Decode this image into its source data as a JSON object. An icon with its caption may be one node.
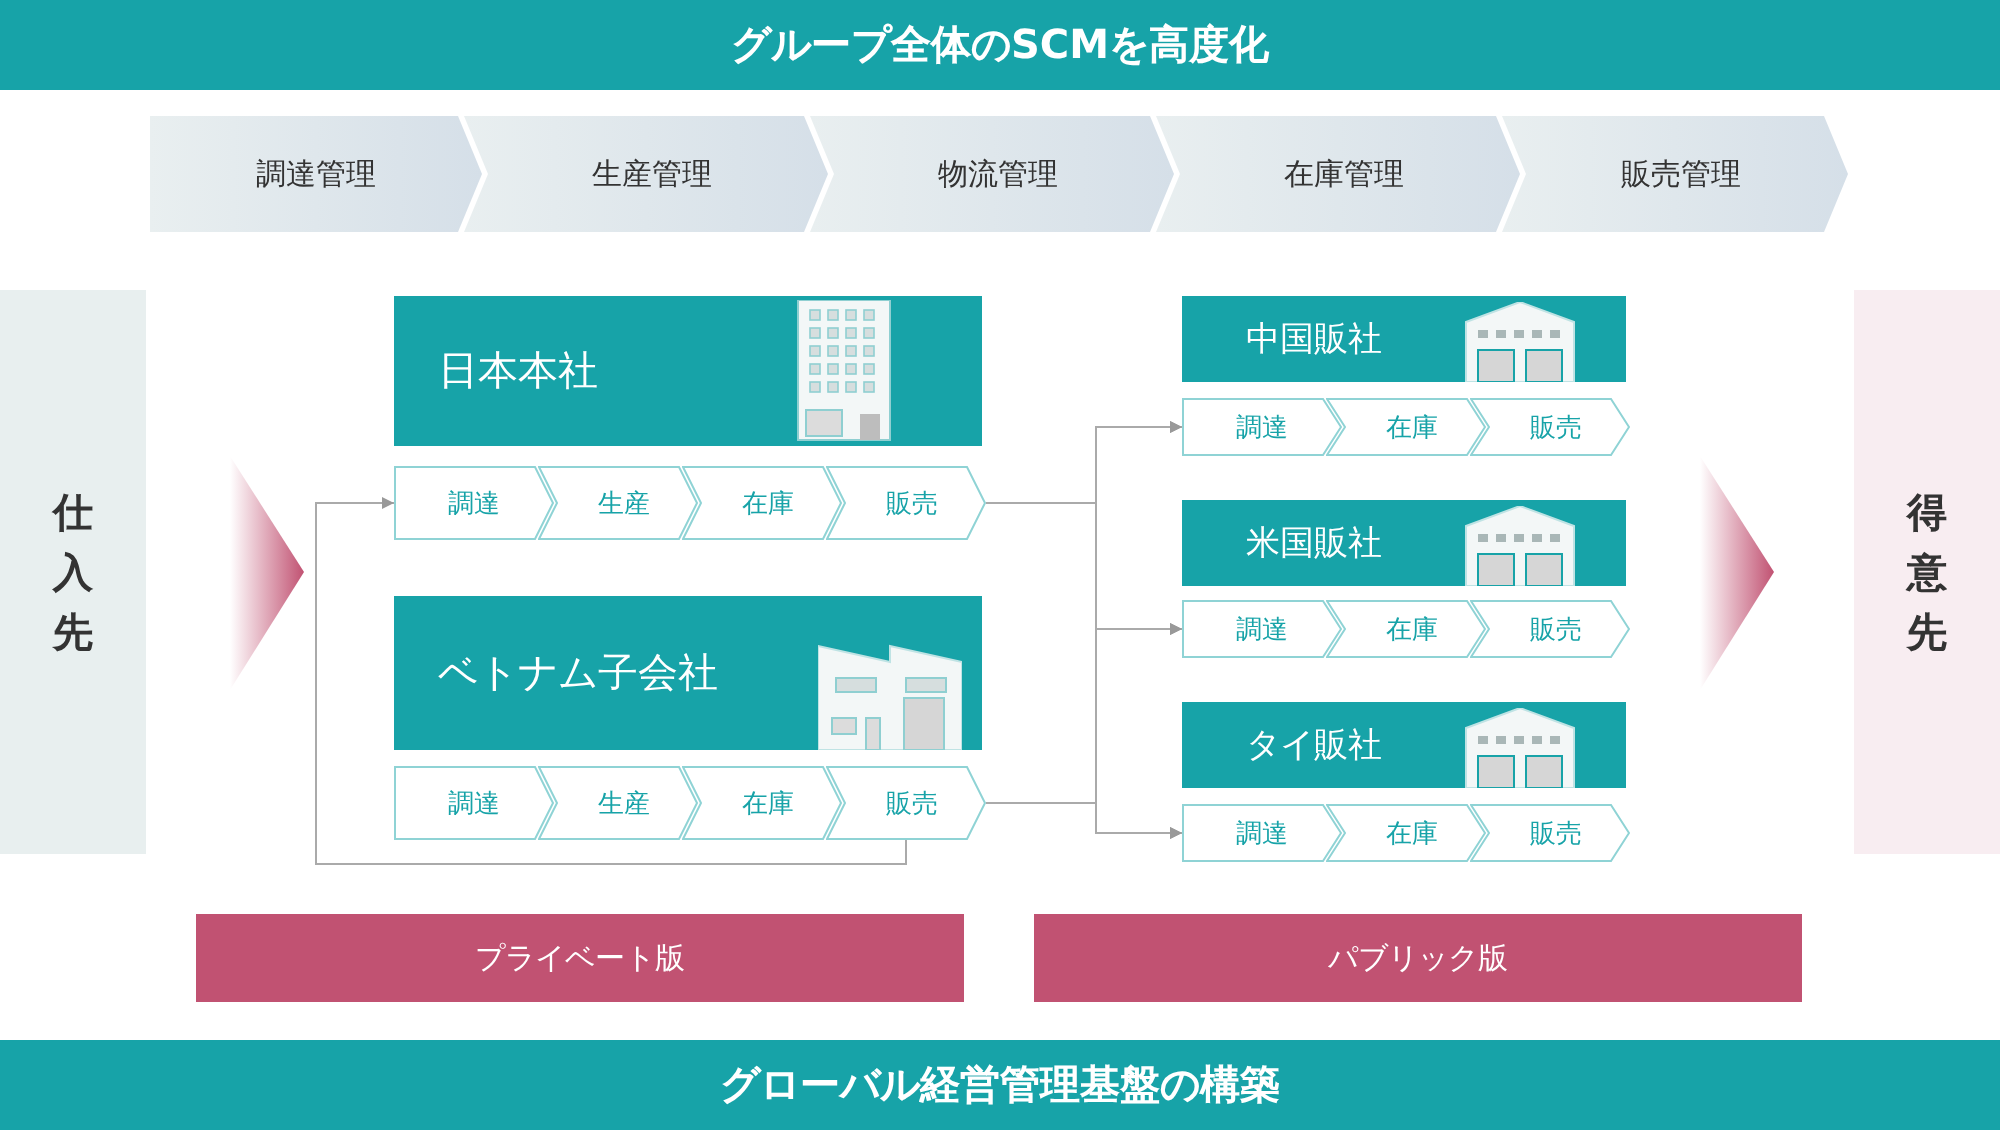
{
  "diagram": {
    "title": "グループ全体のSCMを高度化",
    "caption": "グローバル経営管理基盤の構築",
    "nodes": [
      {
        "text": [
          "調達管理"
        ]
      },
      {
        "text": [
          "生産管理"
        ]
      },
      {
        "text": [
          "物流管理"
        ]
      },
      {
        "text": [
          "在庫管理"
        ]
      },
      {
        "text": [
          "販売管理"
        ]
      },
      {
        "text": [
          "仕入先"
        ]
      },
      {
        "text": [
          "日本本社"
        ]
      },
      {
        "text": [
          "調達"
        ]
      },
      {
        "text": [
          "生産"
        ]
      },
      {
        "text": [
          "在庫"
        ]
      },
      {
        "text": [
          "販売"
        ]
      },
      {
        "text": [
          "ベトナム子会社"
        ]
      },
      {
        "text": [
          "調達"
        ]
      },
      {
        "text": [
          "生産"
        ]
      },
      {
        "text": [
          "在庫"
        ]
      },
      {
        "text": [
          "販売"
        ]
      },
      {
        "text": [
          "中国販社"
        ]
      },
      {
        "text": [
          "調達"
        ]
      },
      {
        "text": [
          "在庫"
        ]
      },
      {
        "text": [
          "販売"
        ]
      },
      {
        "text": [
          "米国販社"
        ]
      },
      {
        "text": [
          "調達"
        ]
      },
      {
        "text": [
          "在庫"
        ]
      },
      {
        "text": [
          "販売"
        ]
      },
      {
        "text": [
          "タイ販社"
        ]
      },
      {
        "text": [
          "調達"
        ]
      },
      {
        "text": [
          "在庫"
        ]
      },
      {
        "text": [
          "販売"
        ]
      },
      {
        "text": [
          "得意先"
        ]
      },
      {
        "text": [
          "プライベート版"
        ]
      },
      {
        "text": [
          "パブリック版"
        ]
      }
    ],
    "edges": [
      {
        "from": 10,
        "to": 17,
        "arrow": "to"
      },
      {
        "from": 10,
        "to": 21,
        "arrow": "to"
      },
      {
        "from": 10,
        "to": 25,
        "arrow": "to"
      },
      {
        "from": 15,
        "to": 17,
        "arrow": "to"
      },
      {
        "from": 15,
        "to": 21,
        "arrow": "to"
      },
      {
        "from": 15,
        "to": 25,
        "arrow": "to"
      },
      {
        "from": 15,
        "to": 7,
        "arrow": "to"
      }
    ]
  }
}
